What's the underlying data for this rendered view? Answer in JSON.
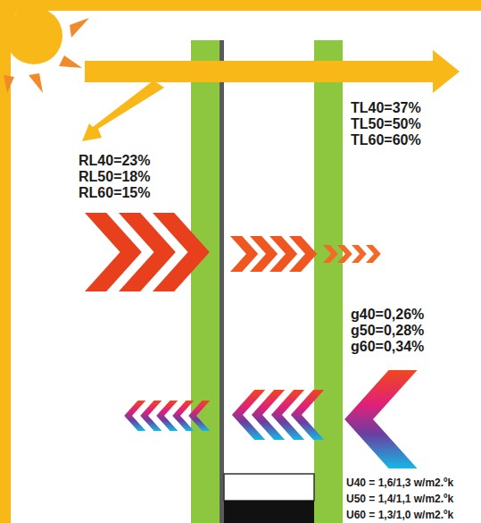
{
  "diagram": {
    "labels": [
      "RL40=23%",
      "RL50=18%",
      "RL60=15%",
      "TL40=37%",
      "TL50=50%",
      "TL60=60%",
      "g40=0,26%",
      "g50=0,28%",
      "g60=0,34%",
      "U40 = 1,6/1,3 w/m2.ºk",
      "U50 = 1,4/1,1 w/m2.ºk",
      "U60 = 1,3/1,0 w/m2.ºk"
    ]
  }
}
